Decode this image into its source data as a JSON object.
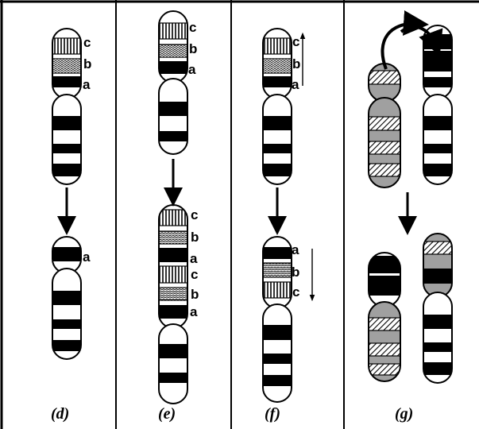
{
  "panels": [
    {
      "id": "d",
      "label": "(d)",
      "before_labels": [
        "c",
        "b",
        "a"
      ],
      "after_labels": [
        "a"
      ]
    },
    {
      "id": "e",
      "label": "(e)",
      "before_labels": [
        "c",
        "b",
        "a"
      ],
      "after_labels": [
        "c",
        "b",
        "a",
        "c",
        "b",
        "a"
      ]
    },
    {
      "id": "f",
      "label": "(f)",
      "before_labels": [
        "c",
        "b",
        "a"
      ],
      "after_labels": [
        "a",
        "b",
        "c"
      ]
    },
    {
      "id": "g",
      "label": "(g)"
    }
  ],
  "colors": {
    "stroke": "#000000",
    "band_dark": "#000000",
    "chromosome_gray": "#a0a0a0",
    "chromosome_white": "#ffffff"
  }
}
